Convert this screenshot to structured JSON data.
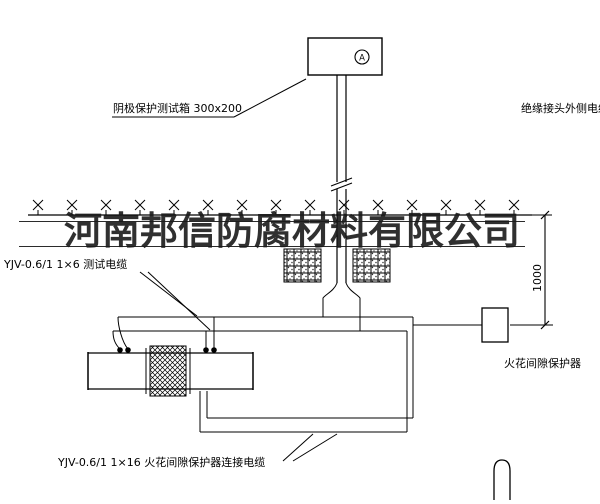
{
  "watermark": {
    "company": "河南邦信防腐材料有限公司"
  },
  "annotations": {
    "test_box_label": "阴极保护测试箱 300x200",
    "insulation_joint_cable_label": "绝缘接头外侧电缆",
    "test_cable_label": "YJV-0.6/1 1×6  测试电缆",
    "spark_gap_label": "火花间隙保护器",
    "spark_gap_cable_label": "YJV-0.6/1 1×16  火花间隙保护器连接电缆",
    "dimension_value": "1000",
    "meter_symbol": "A"
  }
}
